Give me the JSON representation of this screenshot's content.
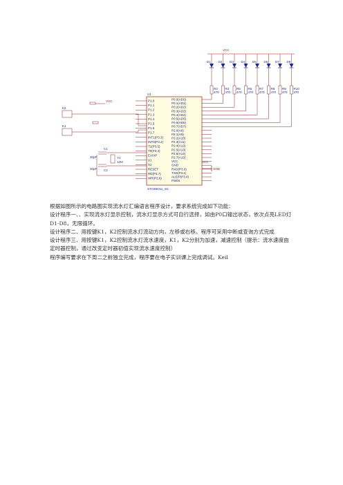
{
  "schematic": {
    "chip_ref": "U1",
    "chip_name": "STC89C51_SC",
    "vcc_label": "VCC",
    "gnd_label": "GND",
    "led_labels": [
      "D1",
      "D2",
      "D3",
      "D4",
      "D5",
      "D6",
      "D7",
      "D8"
    ],
    "resistor_labels": [
      "R3",
      "R4",
      "R5",
      "R6",
      "R7",
      "R8",
      "R9",
      "R10"
    ],
    "resistor_value": "470",
    "left_pins": [
      "P1.0",
      "P1.1",
      "P1.2",
      "P1.3",
      "P1.4",
      "P1.5",
      "P1.6",
      "P1.7",
      "INT1(P3.3)",
      "INT0(P3.2)",
      "T1(P3.5)",
      "T0(P3.4)",
      "EA/VP",
      "X1",
      "X2",
      "RESET",
      "RD(P3.7)",
      "WR(P3.6)"
    ],
    "right_pins": [
      "P0.0(AD0)",
      "P0.1(AD1)",
      "P0.2(AD2)",
      "P0.3(AD3)",
      "P0.4(AD4)",
      "P0.5(AD5)",
      "P0.6(AD6)",
      "P0.7(AD7)",
      "P2.0(A8)",
      "P2.1(A9)",
      "P2.2(A10)",
      "P2.3(A11)",
      "P2.4(A12)",
      "P2.5(A13)",
      "P2.6(A14)",
      "P2.7(A15)",
      "VCC",
      "GND",
      "RXD(P3.0)",
      "TXD(P3.1)",
      "ALE/P(P3.4)",
      "PSEN"
    ],
    "key_labels": [
      "K1",
      "K2"
    ],
    "crystal_label": "Y1",
    "crystal_value": "12M",
    "cap_labels": [
      "C1",
      "C2"
    ],
    "cap_value": "30pF"
  },
  "paragraphs": [
    "根据如图所示的电路图实现流水灯汇编语言程序设计，要求系统完成如下功能：",
    "设计程序一、、实现流水灯显示控制，流水灯显示方式可自行选择，如由P0口输出状态，依次点亮LED灯D1-D8，无限循环。",
    "设计程序二、用按键K1，K2控制流水灯流动方向，左移或右移。程序可采用中断或查询方式完成",
    "设计程序三、用按键K1，K2控制流水灯流水速度，K1，K2分别为加速，减速控制（提示：流水速度由定时器控制，通过改变定时器初值实现流水速度控制）",
    "程序编写要求在下周二之前独立完成，程序要在电子实训课上完成调试。Keil"
  ]
}
